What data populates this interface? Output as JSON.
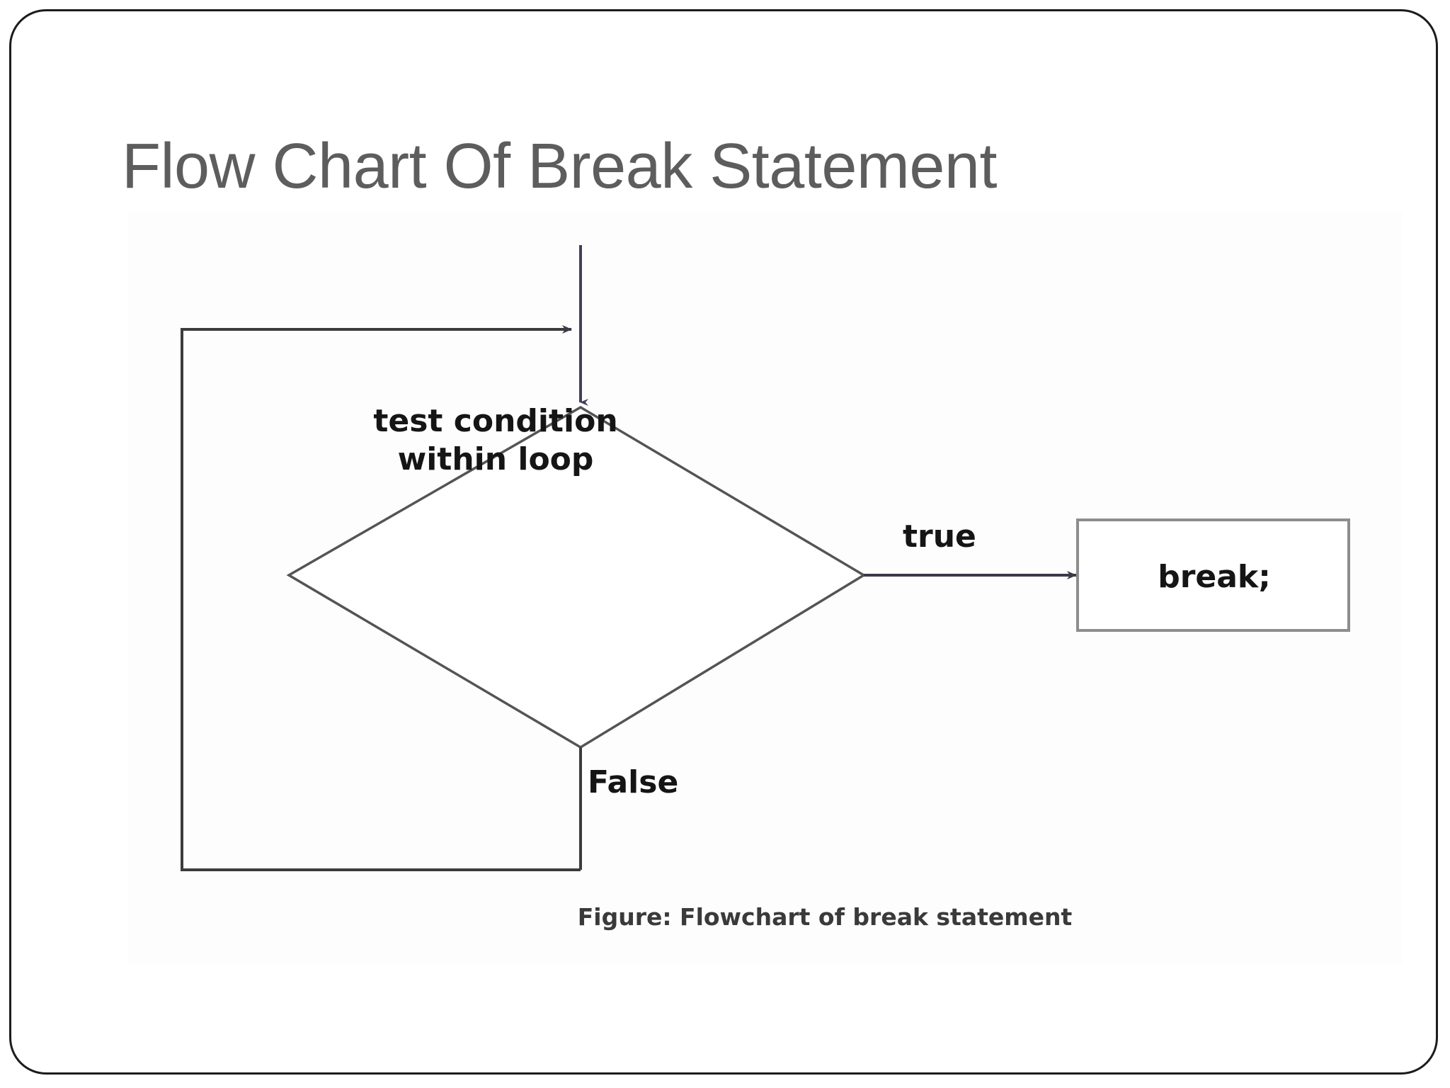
{
  "slide": {
    "title": "Flow Chart Of Break Statement",
    "title_color": "#5d5d5d",
    "background_color": "#ffffff",
    "border_color": "#1c1c1c"
  },
  "figure": {
    "caption": "Figure: Flowchart of break statement",
    "nodes": [
      {
        "id": "decision",
        "shape": "diamond",
        "text_line1": "test condition",
        "text_line2": "within loop"
      },
      {
        "id": "break-statement",
        "shape": "rectangle",
        "text": "break;"
      }
    ],
    "edge_labels": {
      "true": "true",
      "false": "False"
    },
    "line_color": "#3c3c3c",
    "text_color": "#151515"
  },
  "chart_data": {
    "type": "diagram",
    "title": "Flow Chart Of Break Statement",
    "diagram_kind": "flowchart",
    "nodes": [
      {
        "id": "entry",
        "type": "entry-arrow",
        "label": ""
      },
      {
        "id": "decision",
        "type": "decision",
        "label": "test condition within loop"
      },
      {
        "id": "break",
        "type": "process",
        "label": "break;"
      }
    ],
    "edges": [
      {
        "from": "entry",
        "to": "decision",
        "label": ""
      },
      {
        "from": "decision",
        "to": "break",
        "label": "true"
      },
      {
        "from": "decision",
        "to": "decision",
        "label": "False"
      }
    ]
  }
}
